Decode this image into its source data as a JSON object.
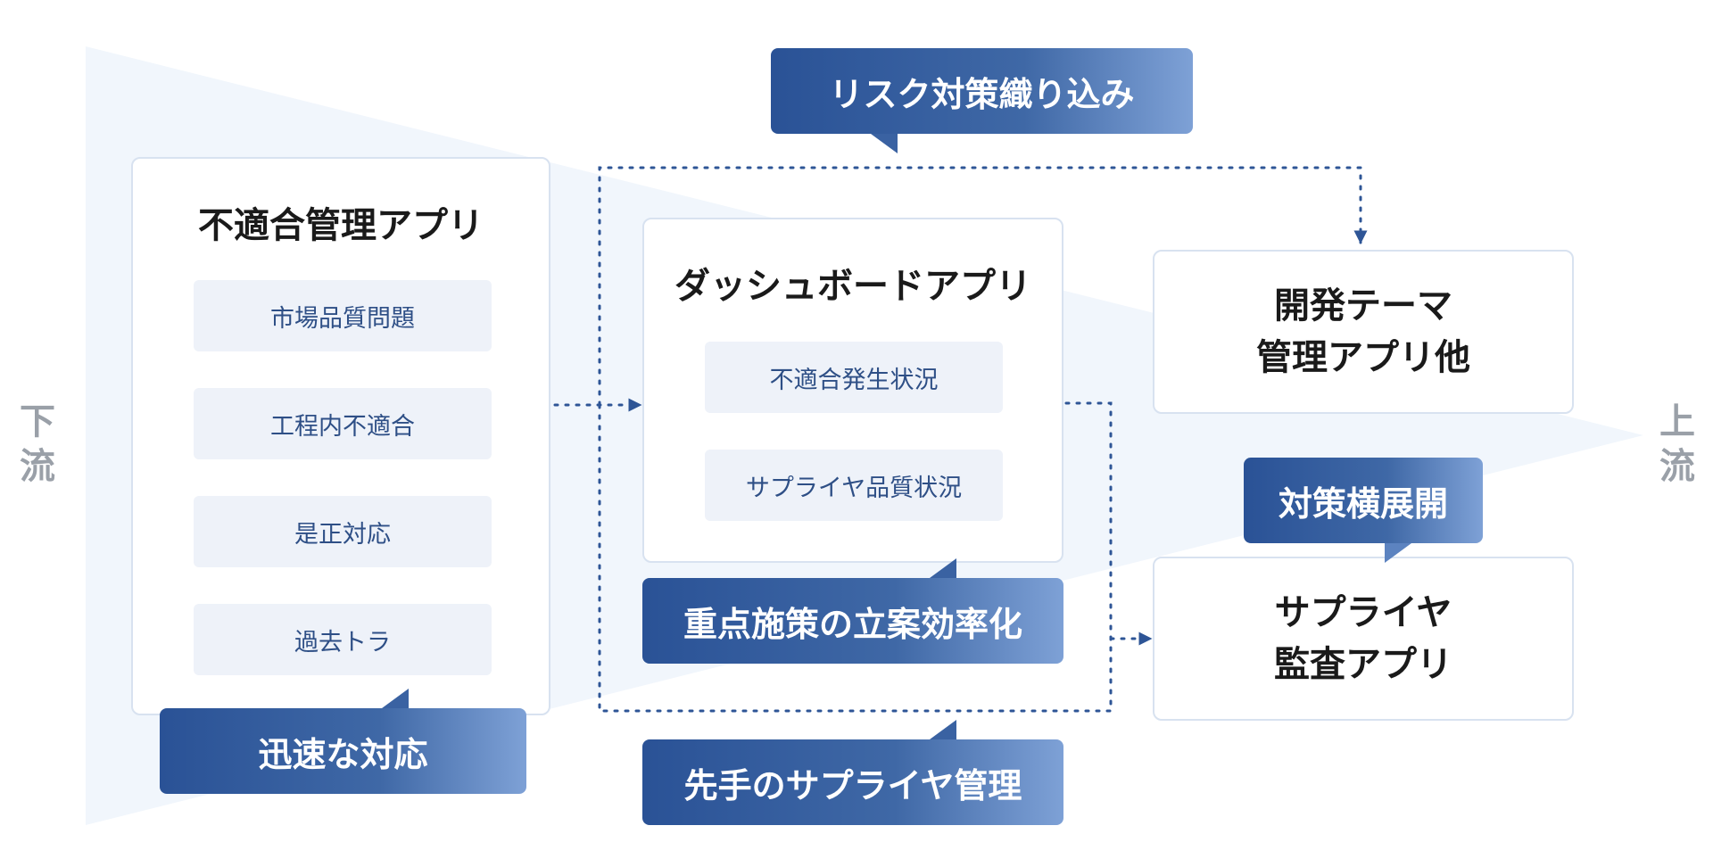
{
  "side_labels": {
    "left": [
      "下",
      "流"
    ],
    "right": [
      "上",
      "流"
    ]
  },
  "cards": {
    "nonconformity": {
      "title": "不適合管理アプリ",
      "items": [
        "市場品質問題",
        "工程内不適合",
        "是正対応",
        "過去トラ"
      ]
    },
    "dashboard": {
      "title": "ダッシュボードアプリ",
      "items": [
        "不適合発生状況",
        "サプライヤ品質状況"
      ]
    },
    "development": {
      "title_lines": [
        "開発テーマ",
        "管理アプリ他"
      ]
    },
    "supplier_audit": {
      "title_lines": [
        "サプライヤ",
        "監査アプリ"
      ]
    }
  },
  "callouts": {
    "risk": "リスク対策織り込み",
    "quick": "迅速な対応",
    "priority": "重点施策の立案効率化",
    "proactive": "先手のサプライヤ管理",
    "rollout": "対策横展開"
  },
  "colors": {
    "callout_dark": "#2a5296",
    "callout_light": "#7ea1d6",
    "chip_bg": "#eef2f9",
    "connector": "#2e5596",
    "wedge": "#f1f6fc"
  }
}
